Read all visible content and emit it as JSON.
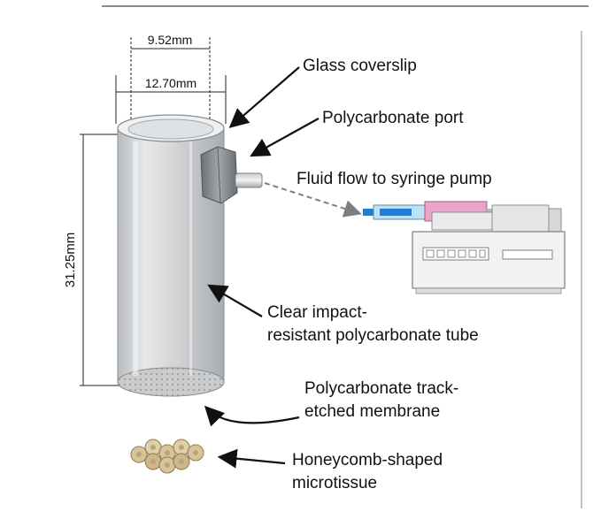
{
  "dimensions": {
    "inner_diameter": "9.52mm",
    "outer_diameter": "12.70mm",
    "height": "31.25mm"
  },
  "labels": {
    "glass_coverslip": "Glass coverslip",
    "polycarbonate_port": "Polycarbonate port",
    "fluid_flow": "Fluid flow to syringe pump",
    "tube_line1": "Clear impact-",
    "tube_line2": "resistant polycarbonate tube",
    "membrane_line1": "Polycarbonate track-",
    "membrane_line2": "etched membrane",
    "microtissue_line1": "Honeycomb-shaped",
    "microtissue_line2": "microtissue"
  },
  "colors": {
    "syringe_plunger": "#e8a6c8",
    "syringe_tip": "#1f7fd6",
    "tube_body": "#d4d6d8",
    "port": "#8e9194",
    "microtissue": "#d9c49a"
  }
}
